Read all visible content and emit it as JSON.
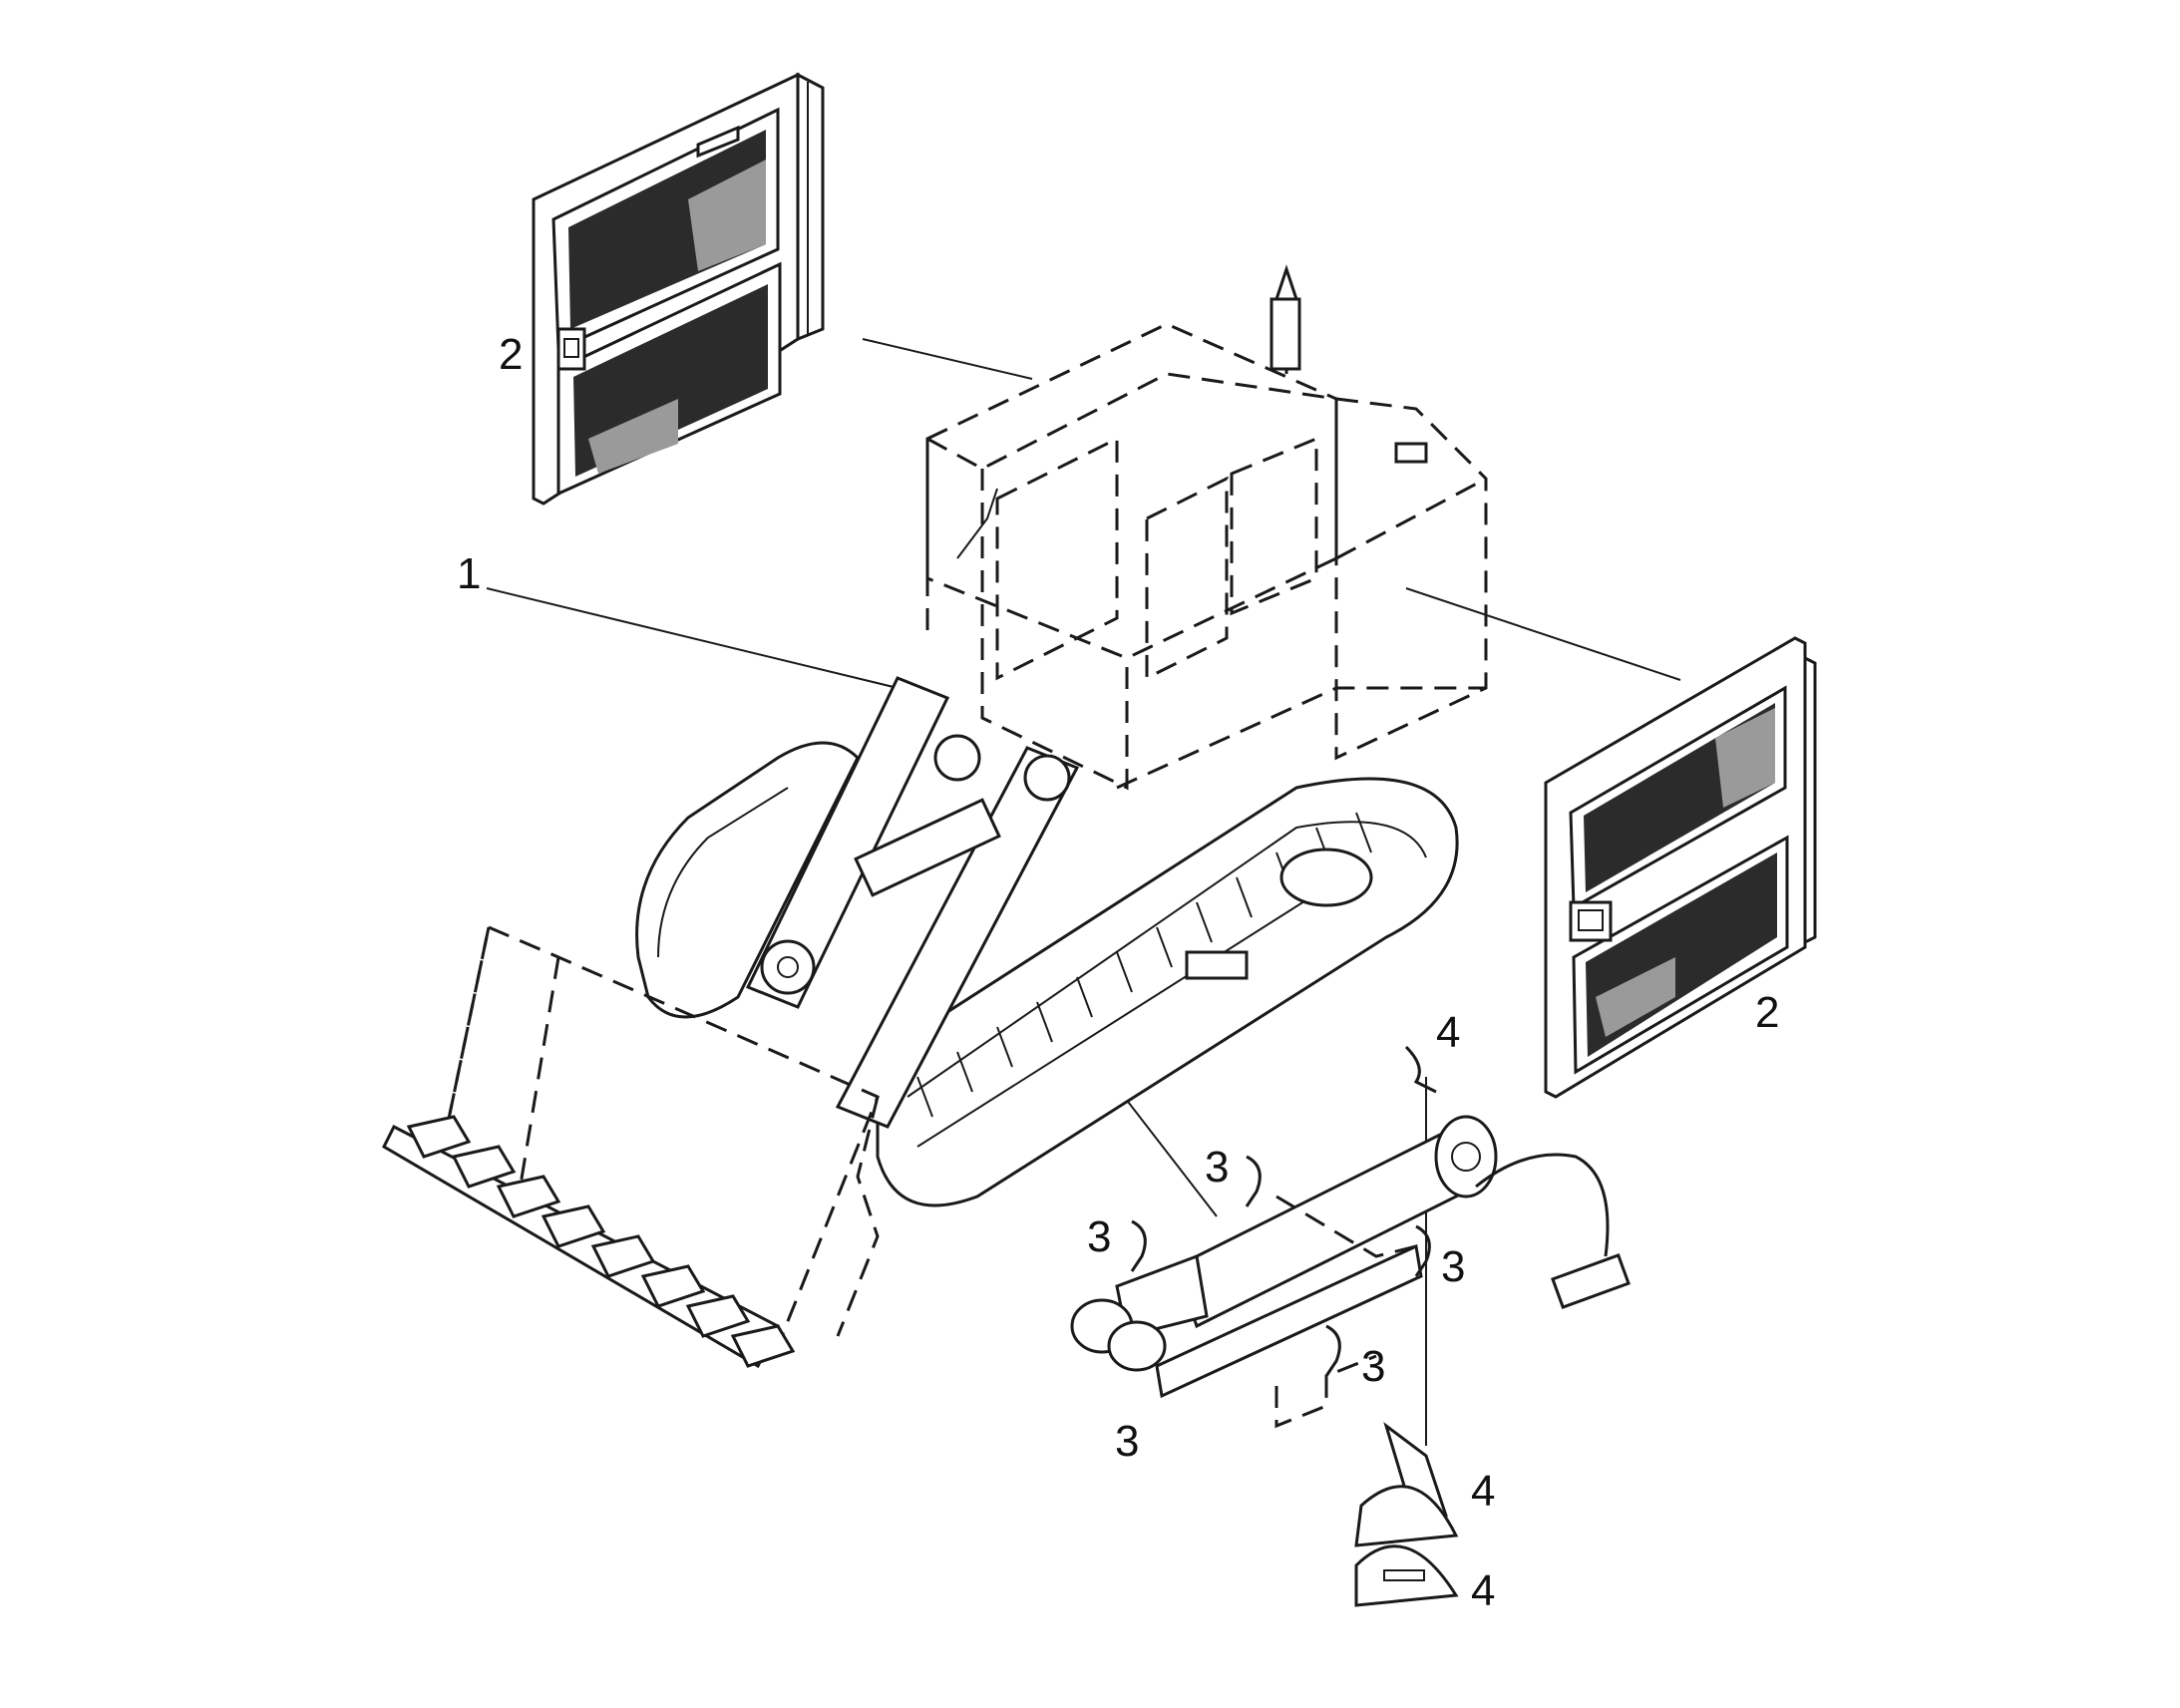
{
  "callouts": {
    "item_1": "1",
    "item_2_upper": "2",
    "item_2_lower": "2",
    "item_3_a": "3",
    "item_3_b": "3",
    "item_3_c": "3",
    "item_3_d": "3",
    "item_3_e": "3",
    "item_4_a": "4",
    "item_4_b": "4",
    "item_4_c": "4"
  },
  "colors": {
    "line": "#1a1a1a",
    "background": "#ffffff",
    "glass": "#2b2b2b"
  }
}
